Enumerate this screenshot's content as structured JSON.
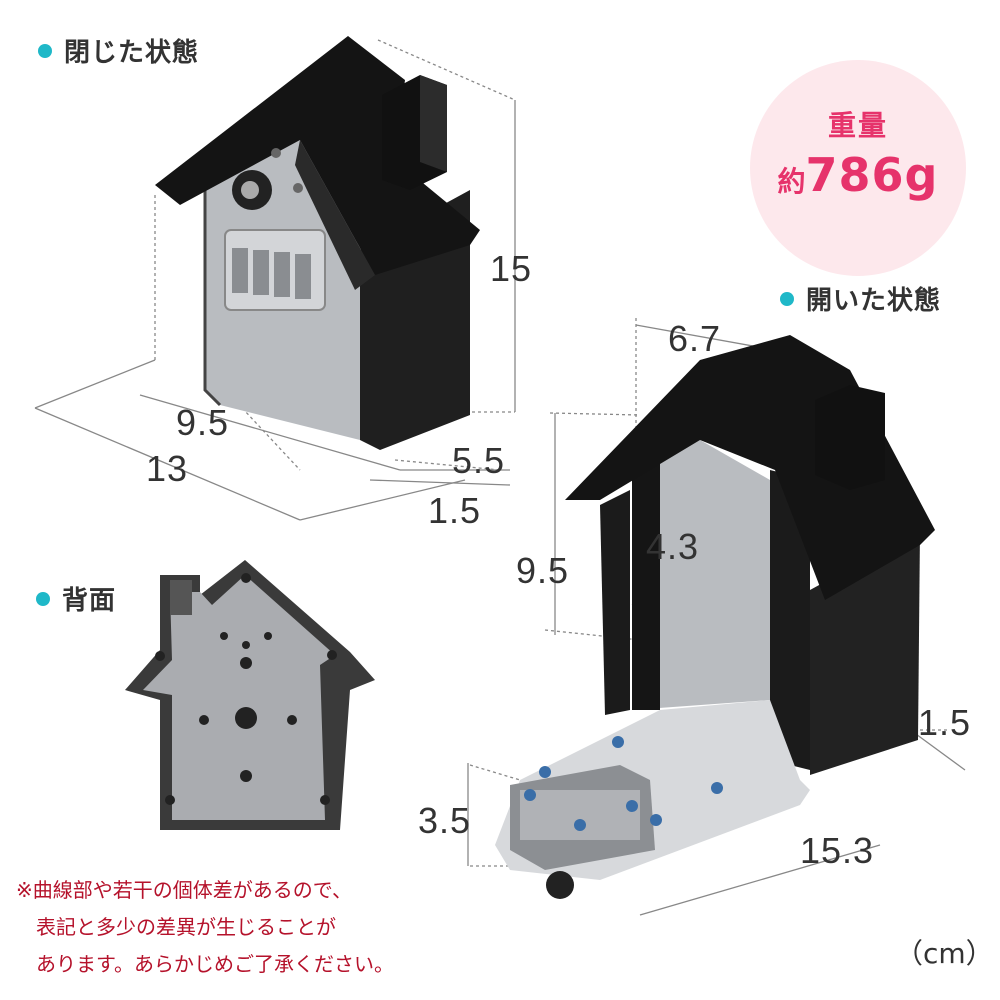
{
  "labels": {
    "closed": "閉じた状態",
    "opened": "開いた状態",
    "back": "背面"
  },
  "weight": {
    "title": "重量",
    "prefix": "約",
    "value": "786g"
  },
  "dimensions": {
    "closed_height": "15",
    "closed_width_inner": "9.5",
    "closed_width": "13",
    "closed_depth": "5.5",
    "closed_lip": "1.5",
    "open_top": "6.7",
    "open_inner_width": "4.3",
    "open_inner_height": "9.5",
    "open_lip": "1.5",
    "open_lock_height": "3.5",
    "open_length": "15.3"
  },
  "note_lines": [
    "※曲線部や若干の個体差があるので、",
    "　表記と多少の差異が生じることが",
    "　あります。あらかじめご了承ください。"
  ],
  "unit": "（cm）",
  "colors": {
    "accent_dot": "#1fb8c8",
    "weight_bg": "#fde8ec",
    "weight_text": "#e6336b",
    "note_text": "#b5122b"
  }
}
